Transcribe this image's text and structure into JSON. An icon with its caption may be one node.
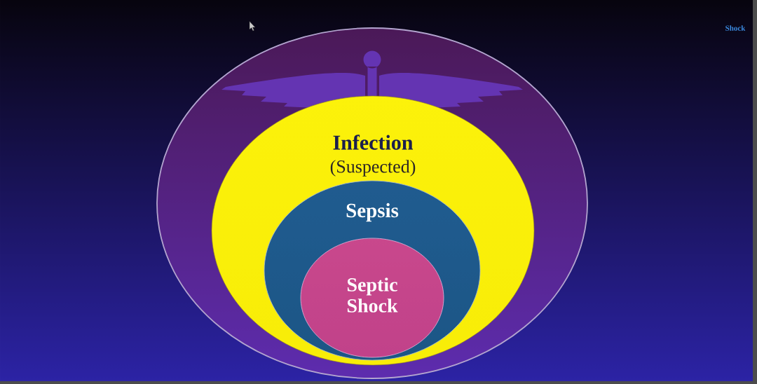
{
  "diagram": {
    "nodes": [
      {
        "text": [],
        "shape": "ellipse"
      },
      {
        "text": [
          "Infection",
          "(Suspected)"
        ],
        "in": 0
      },
      {
        "text": [
          "Sepsis"
        ],
        "in": 1
      },
      {
        "text": [
          "Septic Shock"
        ],
        "in": 2
      }
    ],
    "labels": [
      "Shock"
    ]
  }
}
